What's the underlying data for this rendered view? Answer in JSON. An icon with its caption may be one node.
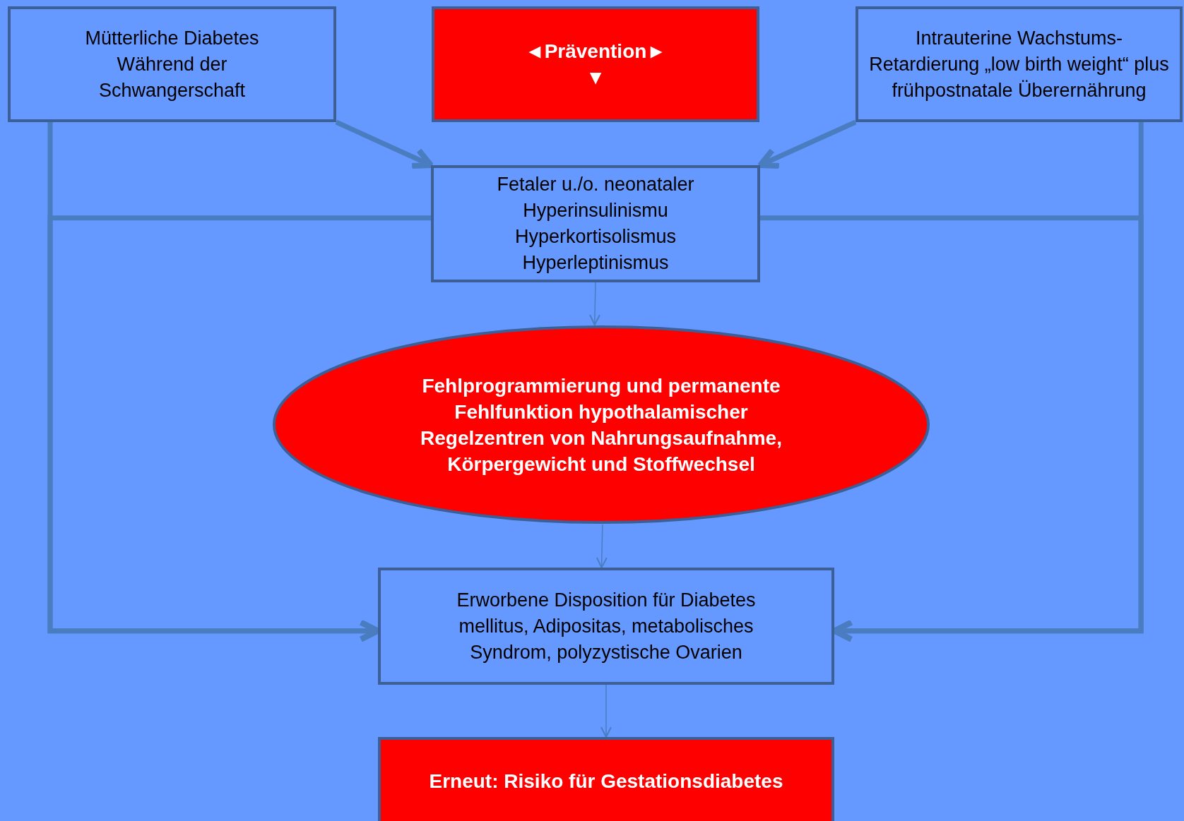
{
  "diagram": {
    "nodes": [
      {
        "text": [
          "Mütterliche Diabetes Während der Schwangerschaft"
        ]
      },
      {
        "text": [
          "◄Prävention►",
          "▼"
        ]
      },
      {
        "text": [
          "Intrauterine Wachstums- Retardierung „low birth weight“ plus frühpostnatale Überernährung"
        ]
      },
      {
        "text": [
          "Fetaler u./o. neonataler Hyperinsulinismu Hyperkortisolismus Hyperleptinismus"
        ]
      },
      {
        "text": [
          "Fehlprogrammierung und permanente Fehlfunktion hypothalamischer Regelzentren von Nahrungsaufnahme, Körpergewicht und Stoffwechsel"
        ]
      },
      {
        "text": [
          "Erworbene Disposition für Diabetes mellitus, Adipositas, metabolisches Syndrom, polyzystische Ovarien"
        ]
      },
      {
        "text": [
          "Erneut: Risiko für Gestationsdiabetes"
        ]
      }
    ],
    "edges": [
      {
        "from": 0,
        "to": 3,
        "arrow": "to"
      },
      {
        "from": 2,
        "to": 3,
        "arrow": "to"
      },
      {
        "from": 3,
        "to": 4,
        "arrow": "to"
      },
      {
        "from": 4,
        "to": 5,
        "arrow": "to"
      },
      {
        "from": 5,
        "to": 6,
        "arrow": "to"
      },
      {
        "from": 0,
        "to": 5,
        "arrow": "to"
      },
      {
        "from": 2,
        "to": 5,
        "arrow": "to"
      },
      {
        "from": 3,
        "to": 5,
        "arrow": "to"
      },
      {
        "from": 3,
        "to": 5,
        "arrow": "to"
      }
    ]
  }
}
